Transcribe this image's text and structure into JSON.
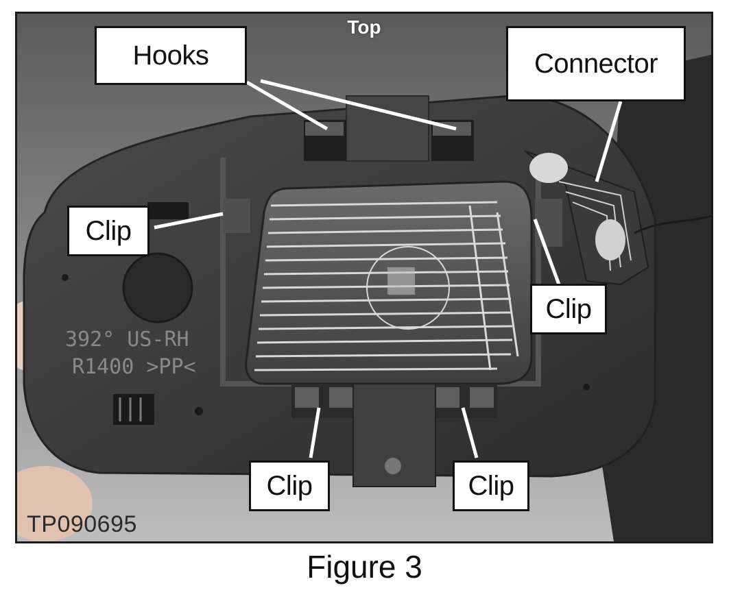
{
  "figure": {
    "top_label": "Top",
    "photo_id": "TP090695",
    "caption": "Figure 3",
    "engraving_line1": "392° US-RH",
    "engraving_line2": "R1400 >PP<"
  },
  "callouts": {
    "hooks": "Hooks",
    "connector": "Connector",
    "clip_left": "Clip",
    "clip_right": "Clip",
    "clip_bottom_left": "Clip",
    "clip_bottom_right": "Clip"
  },
  "colors": {
    "frame": "#1a1a1a",
    "background_photo": "#6f6f6f",
    "mirror_back": "#3a3a3a",
    "heater_trace": "#d9d9d9",
    "callout_bg": "#ffffff",
    "callout_border": "#111111"
  }
}
